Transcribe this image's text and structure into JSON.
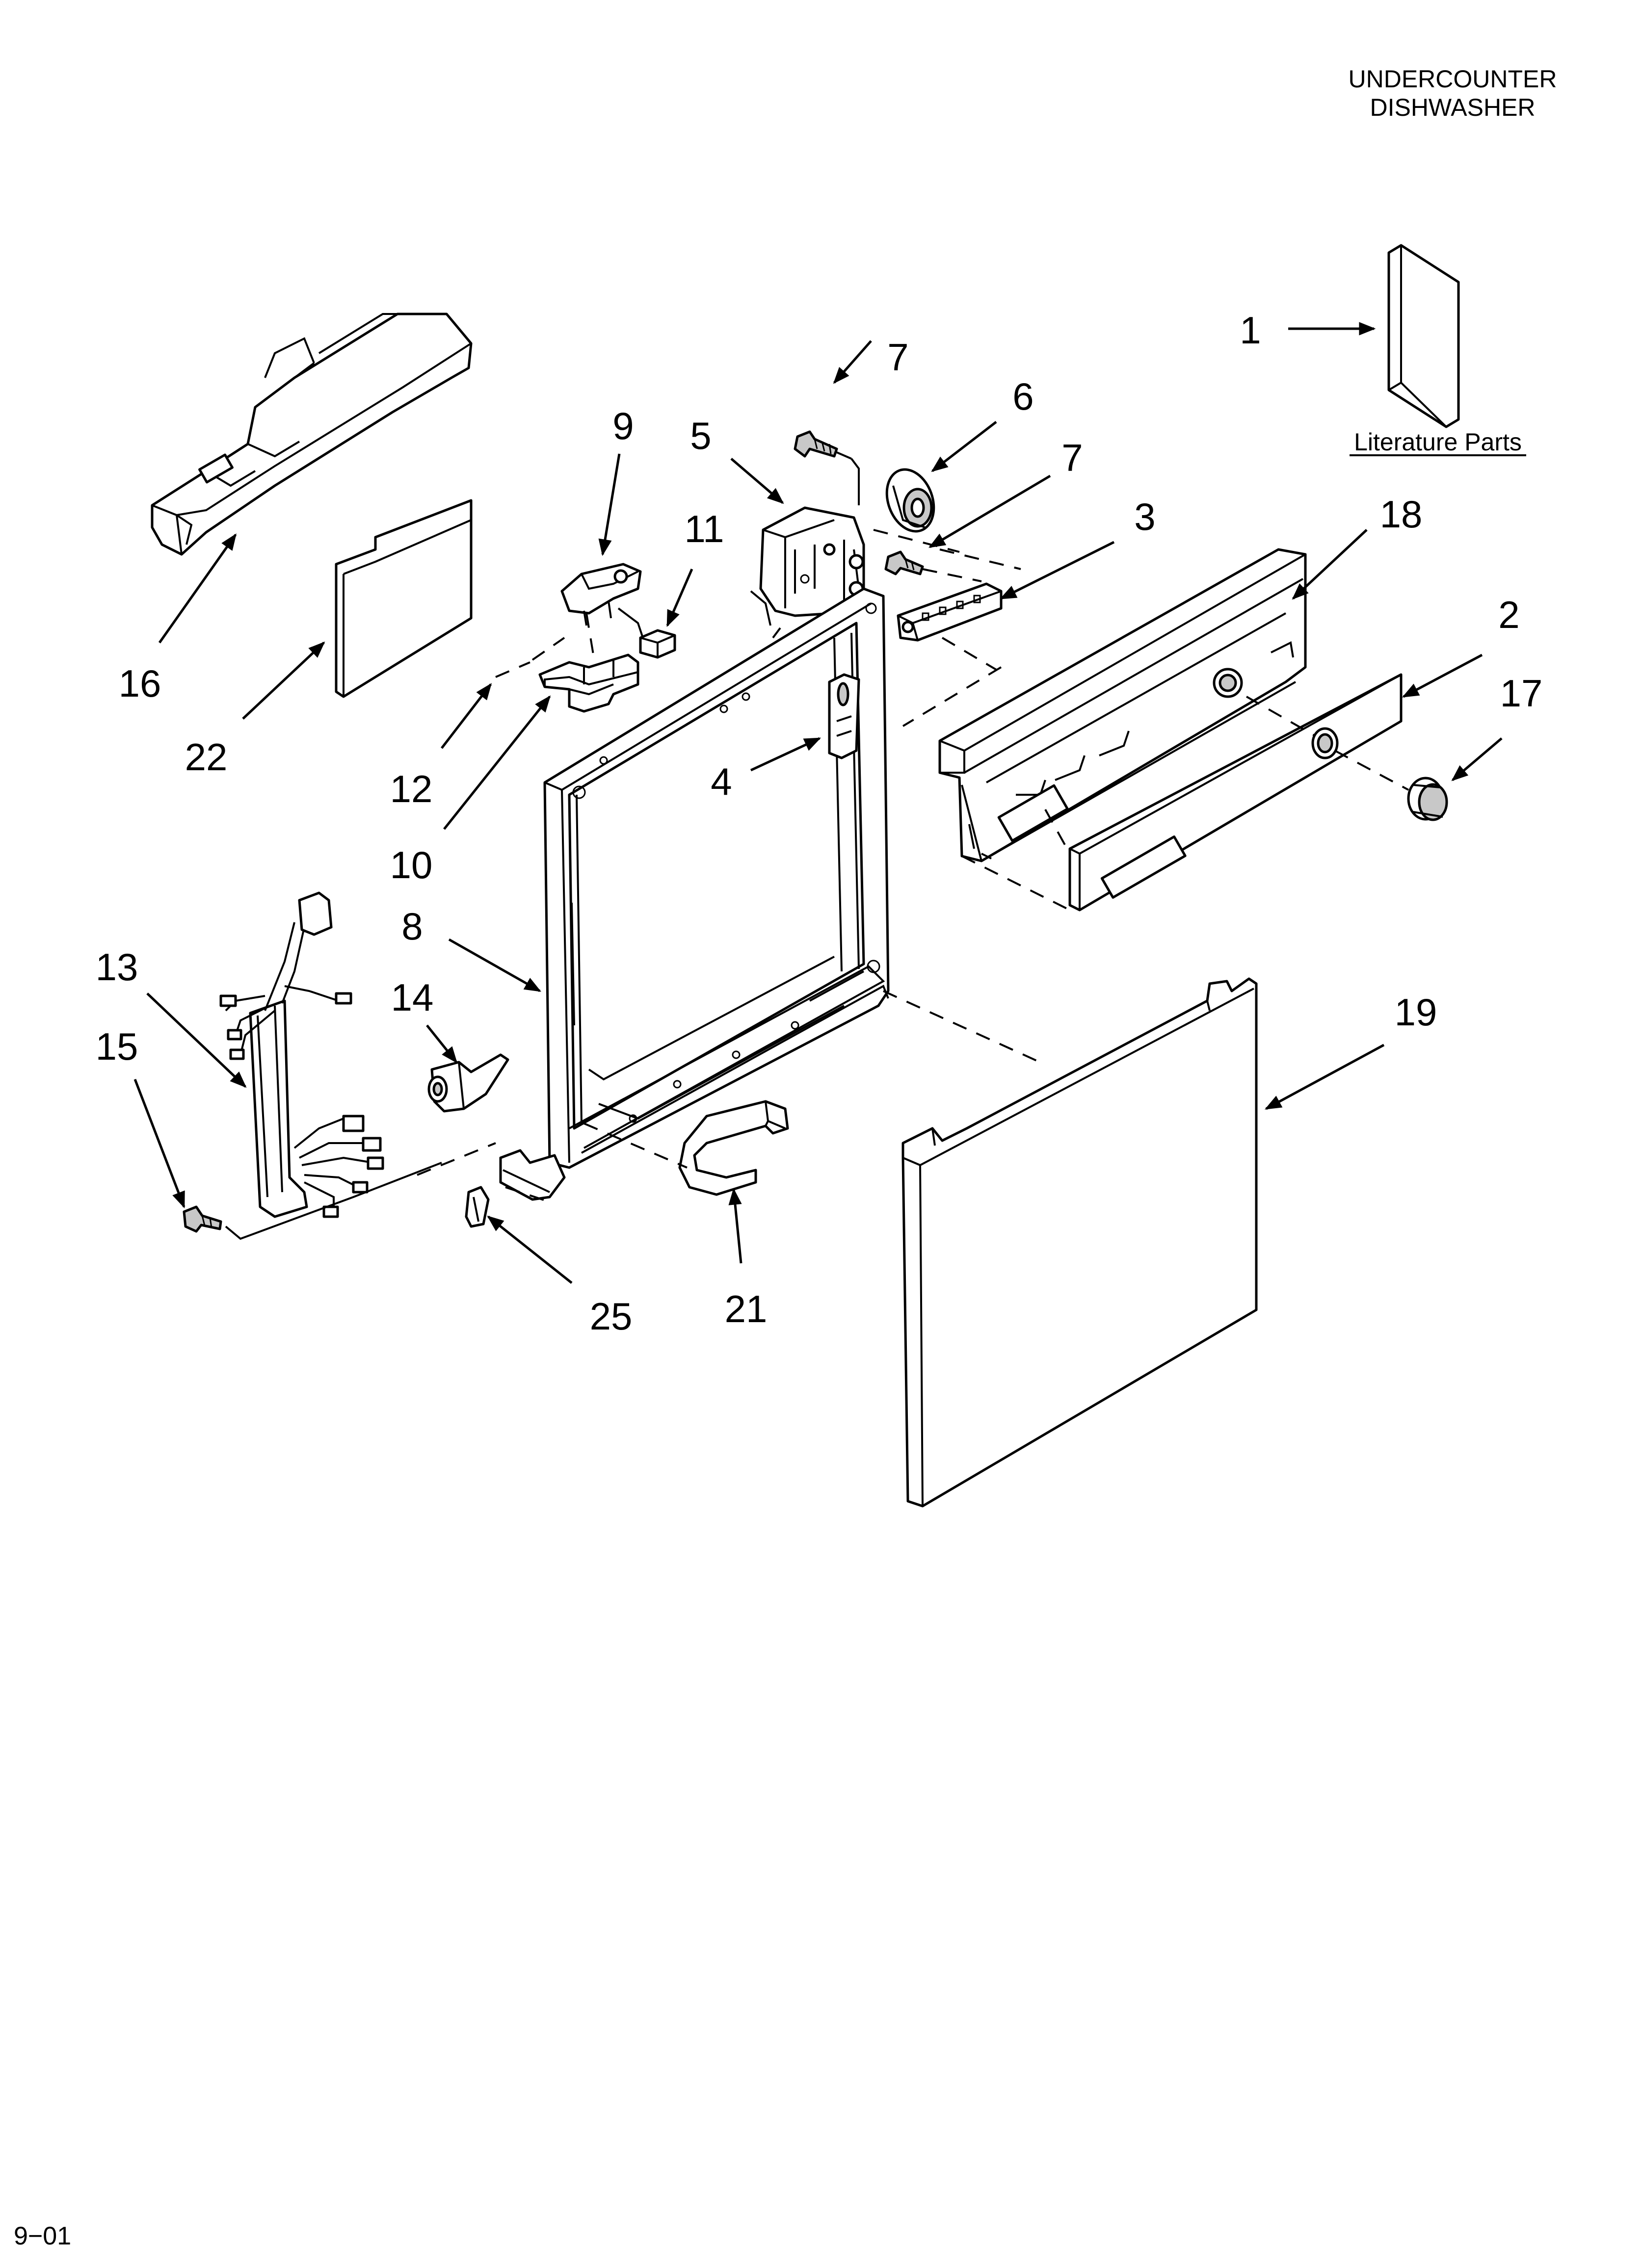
{
  "header": {
    "line1": "UNDERCOUNTER",
    "line2": "DISHWASHER"
  },
  "literature_label": "Literature Parts",
  "footer_code": "9−01",
  "callouts": [
    {
      "id": "1",
      "label": "1"
    },
    {
      "id": "2",
      "label": "2"
    },
    {
      "id": "3",
      "label": "3"
    },
    {
      "id": "4",
      "label": "4"
    },
    {
      "id": "5",
      "label": "5"
    },
    {
      "id": "6",
      "label": "6"
    },
    {
      "id": "7a",
      "label": "7"
    },
    {
      "id": "7b",
      "label": "7"
    },
    {
      "id": "8",
      "label": "8"
    },
    {
      "id": "9",
      "label": "9"
    },
    {
      "id": "10",
      "label": "10"
    },
    {
      "id": "11",
      "label": "11"
    },
    {
      "id": "12",
      "label": "12"
    },
    {
      "id": "13",
      "label": "13"
    },
    {
      "id": "14",
      "label": "14"
    },
    {
      "id": "15",
      "label": "15"
    },
    {
      "id": "16",
      "label": "16"
    },
    {
      "id": "17",
      "label": "17"
    },
    {
      "id": "18",
      "label": "18"
    },
    {
      "id": "19",
      "label": "19"
    },
    {
      "id": "21",
      "label": "21"
    },
    {
      "id": "22",
      "label": "22"
    },
    {
      "id": "25",
      "label": "25"
    }
  ]
}
